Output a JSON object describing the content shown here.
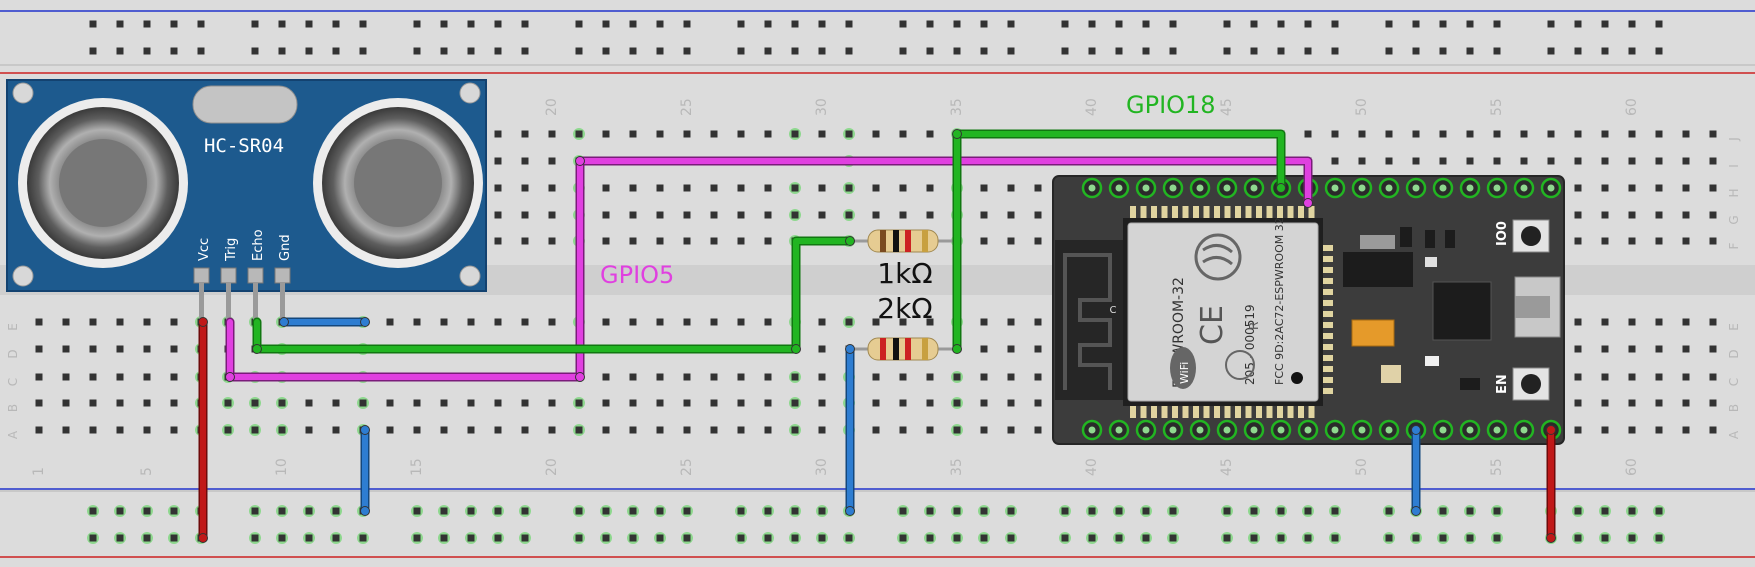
{
  "sensor": {
    "name": "HC-SR04",
    "pins": [
      "Vcc",
      "Trig",
      "Echo",
      "Gnd"
    ]
  },
  "breadboard": {
    "column_numbers": [
      "1",
      "5",
      "10",
      "15",
      "20",
      "25",
      "30",
      "35",
      "40",
      "45",
      "50",
      "55",
      "60"
    ],
    "lower_row_letters": [
      "A",
      "B",
      "C",
      "D",
      "E"
    ],
    "upper_row_letters": [
      "F",
      "G",
      "H",
      "I",
      "J"
    ]
  },
  "labels": {
    "gpio5": "GPIO5",
    "gpio18": "GPIO18",
    "r1": "1kΩ",
    "r2": "2kΩ"
  },
  "esp32": {
    "module": "ESP-WROOM-32",
    "cert": "205 - 000519",
    "fcc": "FCC 9D:2AC72-ESPWROOM 32",
    "wifi": "WiFi",
    "ce": "CE",
    "r_mark": "R",
    "c_mark": "C",
    "btn_io0": "IO0",
    "btn_en": "EN"
  },
  "colors": {
    "gpio5_wire": "#e040e0",
    "gpio18_wire": "#22b522",
    "gnd_wire": "#2e7dd1",
    "vcc_wire": "#c01818",
    "sensor_board": "#1d5a8e",
    "esp_board": "#3c3c3c"
  }
}
